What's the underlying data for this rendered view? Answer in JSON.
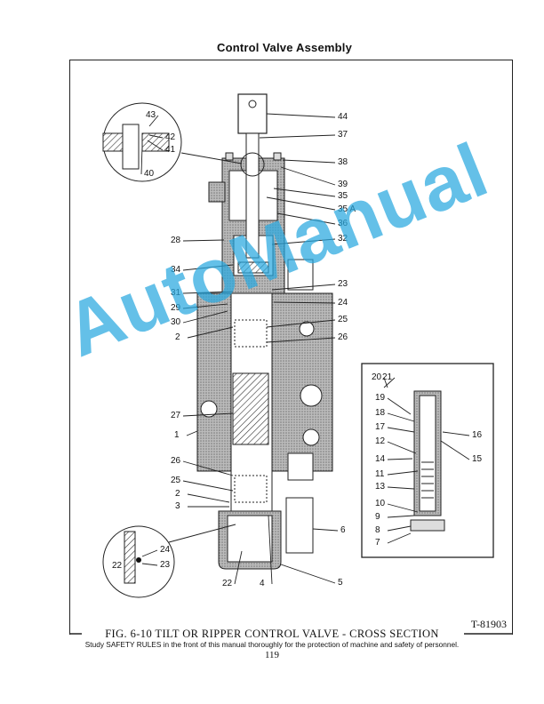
{
  "header": {
    "title": "Control Valve Assembly"
  },
  "figure": {
    "drawing_number": "T-81903",
    "caption": "FIG. 6-10  TILT  OR  RIPPER CONTROL VALVE - CROSS SECTION",
    "callouts": [
      "44",
      "37",
      "38",
      "39",
      "35",
      "35 A",
      "36",
      "28",
      "32",
      "34",
      "31",
      "23",
      "29",
      "24",
      "30",
      "25",
      "2",
      "26",
      "27",
      "1",
      "26",
      "25",
      "2",
      "3",
      "6",
      "5",
      "22",
      "4",
      "43",
      "42",
      "41",
      "40",
      "22",
      "24",
      "23",
      "20",
      "21",
      "19",
      "18",
      "17",
      "12",
      "14",
      "11",
      "13",
      "10",
      "9",
      "8",
      "7",
      "16",
      "15"
    ]
  },
  "footer": {
    "safety_note": "Study SAFETY RULES in the front of this manual thoroughly for the protection of machine and safety of personnel.",
    "page_number": "119"
  },
  "watermark": "AutoManual"
}
